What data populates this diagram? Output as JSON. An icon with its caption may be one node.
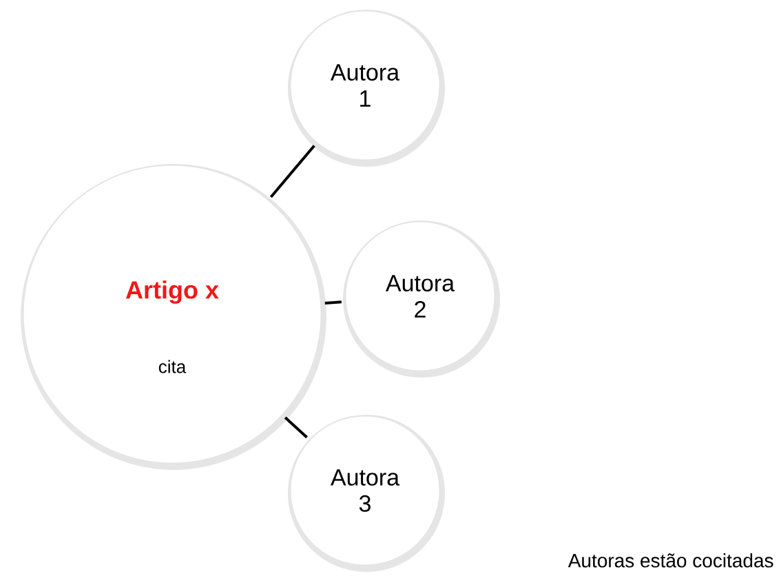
{
  "diagram": {
    "nodes": [
      {
        "text": [
          "Artigo x",
          "cita"
        ]
      },
      {
        "text": [
          "Autora 1"
        ]
      },
      {
        "text": [
          "Autora 2"
        ]
      },
      {
        "text": [
          "Autora 3"
        ]
      }
    ],
    "edges": [
      {
        "from": 0,
        "to": 1,
        "arrow": "none"
      },
      {
        "from": 0,
        "to": 2,
        "arrow": "none"
      },
      {
        "from": 0,
        "to": 3,
        "arrow": "none"
      }
    ],
    "labels": [
      "Autoras estão cocitadas"
    ]
  }
}
